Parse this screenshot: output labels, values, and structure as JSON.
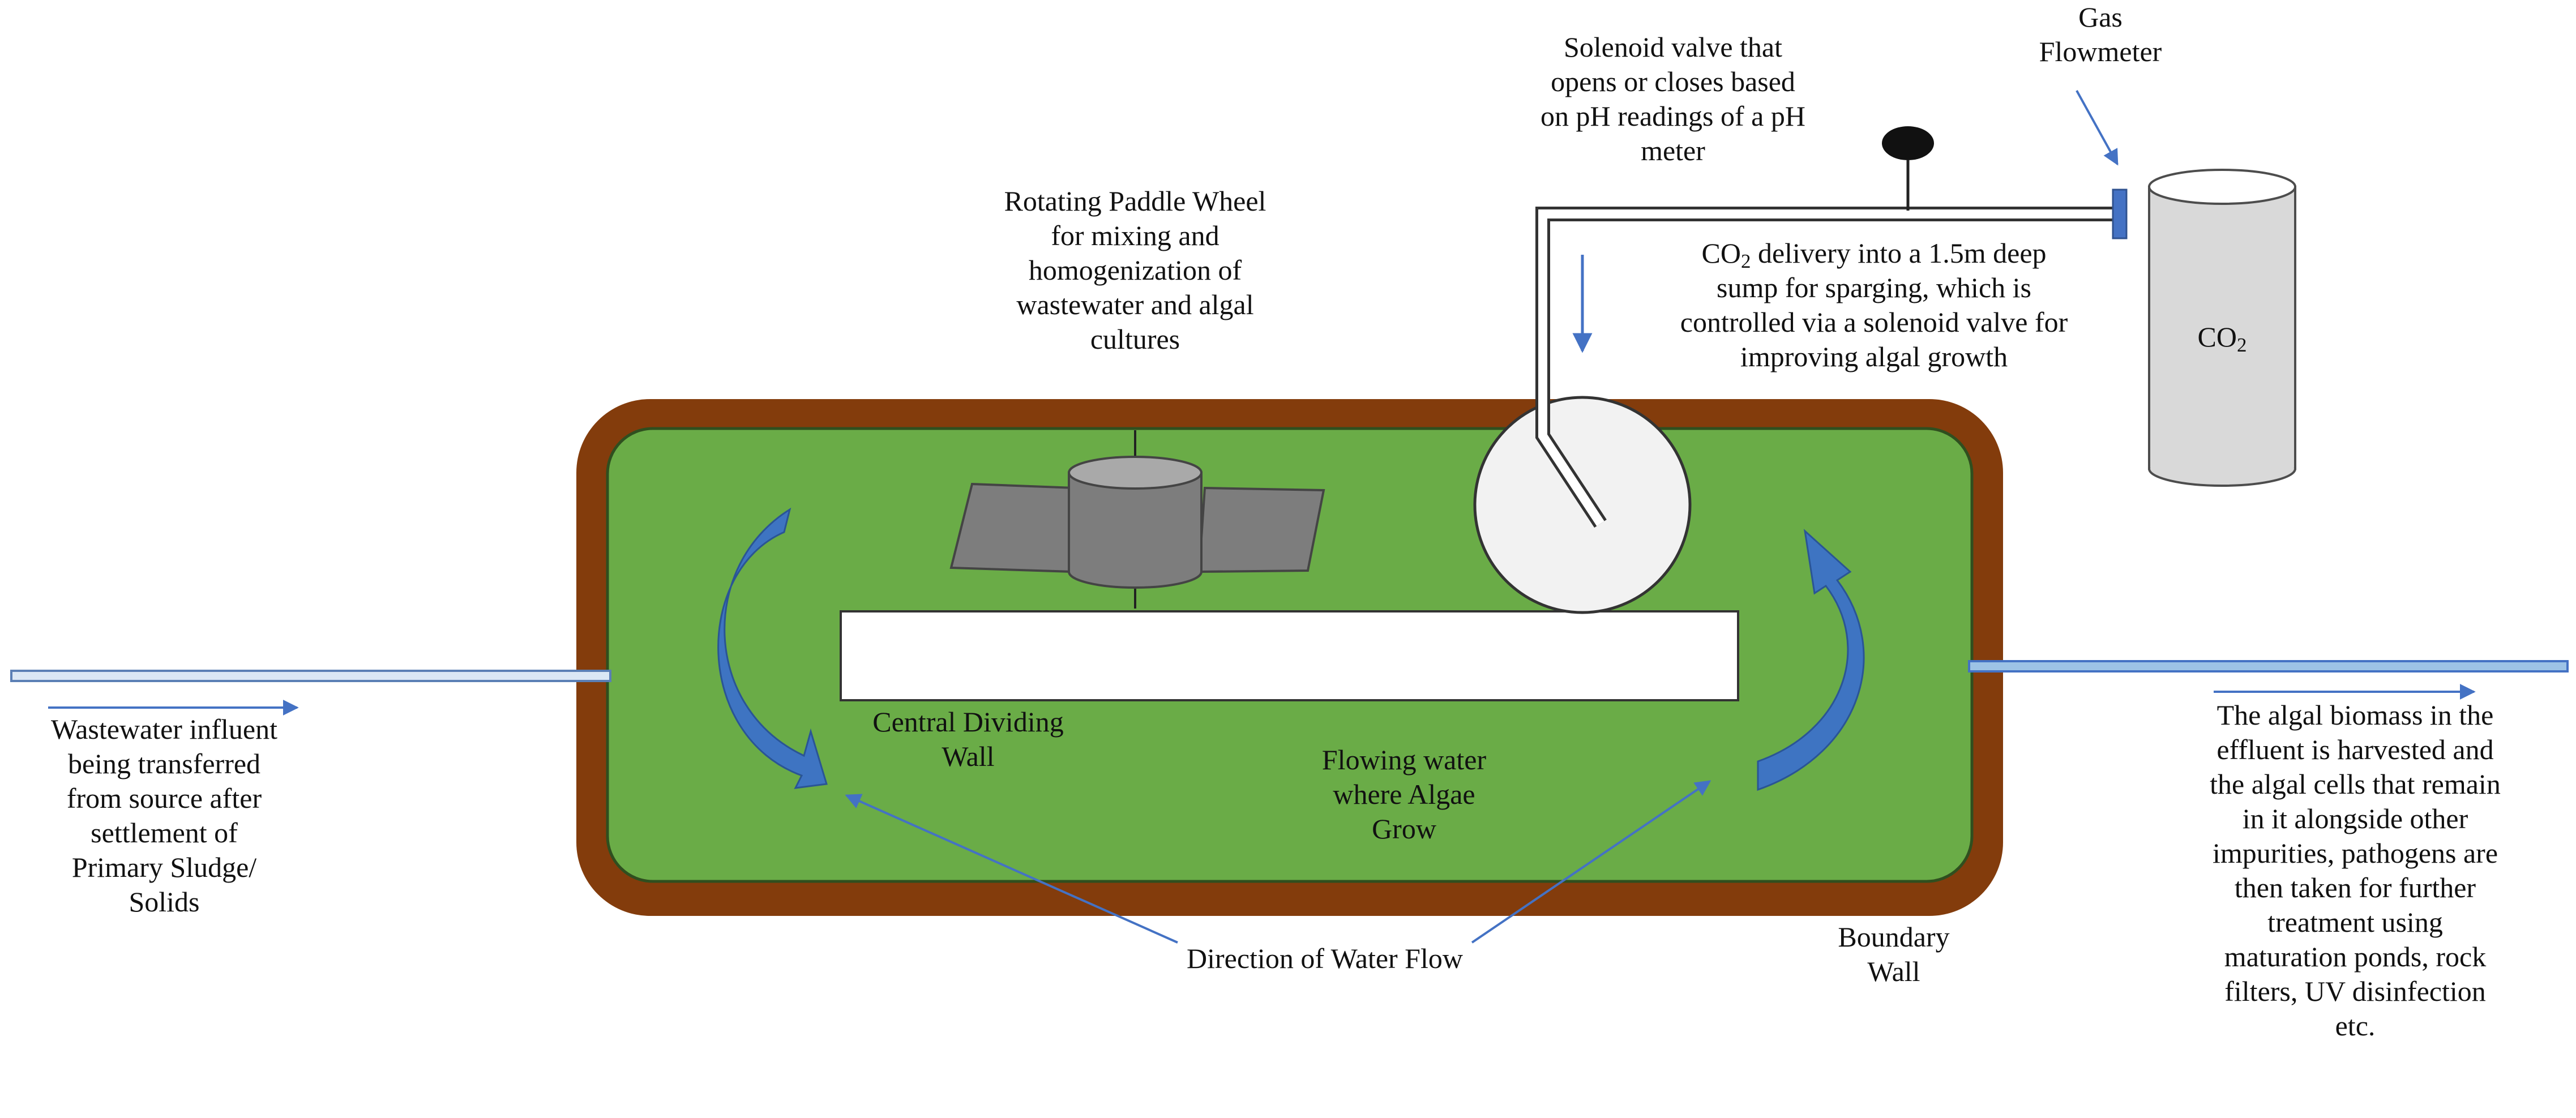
{
  "colors": {
    "boundary_wall": "#833c0c",
    "water": "#6aac47",
    "water_border": "#2f4f1f",
    "flow_arrow": "#3e74c2",
    "thin_arrow": "#4472c4",
    "paddle": "#7d7d7d",
    "pipe": "#9dc3e6",
    "sump": "#f2f2f2",
    "cylinder": "#d9d9d9"
  },
  "labels": {
    "solenoid": [
      "Solenoid  valve that",
      "opens or closes based",
      "on pH readings of a pH",
      "meter"
    ],
    "gas_flowmeter": [
      "Gas",
      "Flowmeter"
    ],
    "paddle_wheel": [
      "Rotating Paddle Wheel",
      "for mixing  and",
      "homogenization  of",
      "wastewater and algal",
      "cultures"
    ],
    "co2_delivery": [
      {
        "pre": "CO",
        "sub": "2",
        "post": "  delivery into a 1.5m deep"
      },
      {
        "pre": "sump for sparging, which is"
      },
      {
        "pre": "controlled via a solenoid valve for"
      },
      {
        "pre": "improving  algal growth"
      }
    ],
    "co2_tank": {
      "pre": "CO",
      "sub": "2"
    },
    "central_wall": [
      "Central Dividing",
      "Wall"
    ],
    "flowing_water": [
      "Flowing water",
      "where Algae",
      "Grow"
    ],
    "influent": [
      "Wastewater influent",
      "being transferred",
      "from source after",
      "settlement of",
      "Primary Sludge/",
      "Solids"
    ],
    "direction": [
      "Direction of Water Flow"
    ],
    "boundary_wall": [
      "Boundary",
      "Wall"
    ],
    "effluent": [
      "The algal biomass in the",
      "effluent is harvested and",
      "the algal cells that remain",
      "in it alongside other",
      "impurities,  pathogens are",
      "then taken for further",
      "treatment using",
      "maturation ponds, rock",
      "filters, UV disinfection",
      "etc."
    ]
  }
}
